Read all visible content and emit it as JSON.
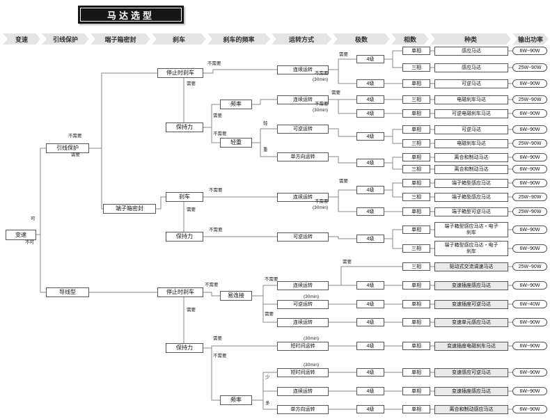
{
  "title": "马达选型",
  "headers": [
    "变速",
    "引线保护",
    "端子箱密封",
    "刹车",
    "刹车的频率",
    "运转方式",
    "极数",
    "相数",
    "种类",
    "输出功率"
  ],
  "nodes": {
    "speed": "变速",
    "lead_protect": "引线保护",
    "lead_type": "导线型",
    "terminal_seal": "端子箱密封",
    "stop_brake_1": "停止时刹车",
    "holding_1": "保持力",
    "freq_1": "频率",
    "load": "轻重",
    "brake": "刹车",
    "holding_2": "保持力",
    "stop_brake_2": "停止时刹车",
    "easy_conn": "易连接",
    "holding_3": "保持力",
    "freq_2": "频率"
  },
  "ops": [
    "连续运转",
    "连续运转",
    "可逆运转",
    "单方向运转",
    "连续运转",
    "可逆运转",
    "连续运转",
    "可逆运转",
    "连续运转",
    "短时间运转",
    "短时间运转",
    "连续运转",
    "单方向运转"
  ],
  "labels": {
    "pole4": "4级",
    "yes": "需要",
    "no": "不需要",
    "ke": "可",
    "buke": "不可",
    "qing": "轻",
    "zhong": "重",
    "shao": "少",
    "duo": "多",
    "min30": "(30min)"
  },
  "rows": [
    {
      "phase": "单相",
      "type": "感应马达",
      "power": "6W~90W"
    },
    {
      "phase": "三相",
      "type": "感应马达",
      "power": "25W~90W"
    },
    {
      "phase": "单相",
      "type": "可逆马达",
      "power": "6W~90W"
    },
    {
      "phase": "三相",
      "type": "电磁刹车马达",
      "power": "25W~90W"
    },
    {
      "phase": "单相",
      "type": "可逆电磁刹车马达",
      "power": "6W~90W"
    },
    {
      "phase": "单相",
      "type": "可逆马达",
      "power": "6W~90W"
    },
    {
      "phase": "三相",
      "type": "电磁刹车马达",
      "power": "25W~90W"
    },
    {
      "phase": "单相",
      "type": "离合和制动马达",
      "power": "6W~90W"
    },
    {
      "phase": "三相",
      "type": "离合和制动马达",
      "power": "6W~90W"
    },
    {
      "phase": "单相",
      "type": "端子箱型感应马达",
      "power": "6W~90W"
    },
    {
      "phase": "三相",
      "type": "端子箱型感应马达",
      "power": "25W~90W"
    },
    {
      "phase": "单相",
      "type": "端子箱型可逆马达",
      "power": "25W~90W"
    },
    {
      "phase": "单相",
      "type": "端子箱型感应马达・电子刹车",
      "power": "6W~90W"
    },
    {
      "phase": "三相",
      "type": "端子箱型感应马达・电子刹车",
      "power": "6W~90W"
    },
    {
      "phase": "三相",
      "type": "驱动式交流调速马达",
      "power": "25W~90W"
    },
    {
      "phase": "单相",
      "type": "变速插座感应马达",
      "power": "6W~90W"
    },
    {
      "phase": "单相",
      "type": "变速插座可逆马达",
      "power": "6W~40W"
    },
    {
      "phase": "单相",
      "type": "变速单元感应马达",
      "power": "6W~90W"
    },
    {
      "phase": "单相",
      "type": "变速插座电磁刹车马达",
      "power": "6W~90W"
    },
    {
      "phase": "单相",
      "type": "变速感应可逆马达",
      "power": "6W~90W"
    },
    {
      "phase": "单相",
      "type": "变速插座感应马达",
      "power": "6W~90W"
    },
    {
      "phase": "单相",
      "type": "离合和制动感应马达",
      "power": "6W~90W"
    }
  ]
}
